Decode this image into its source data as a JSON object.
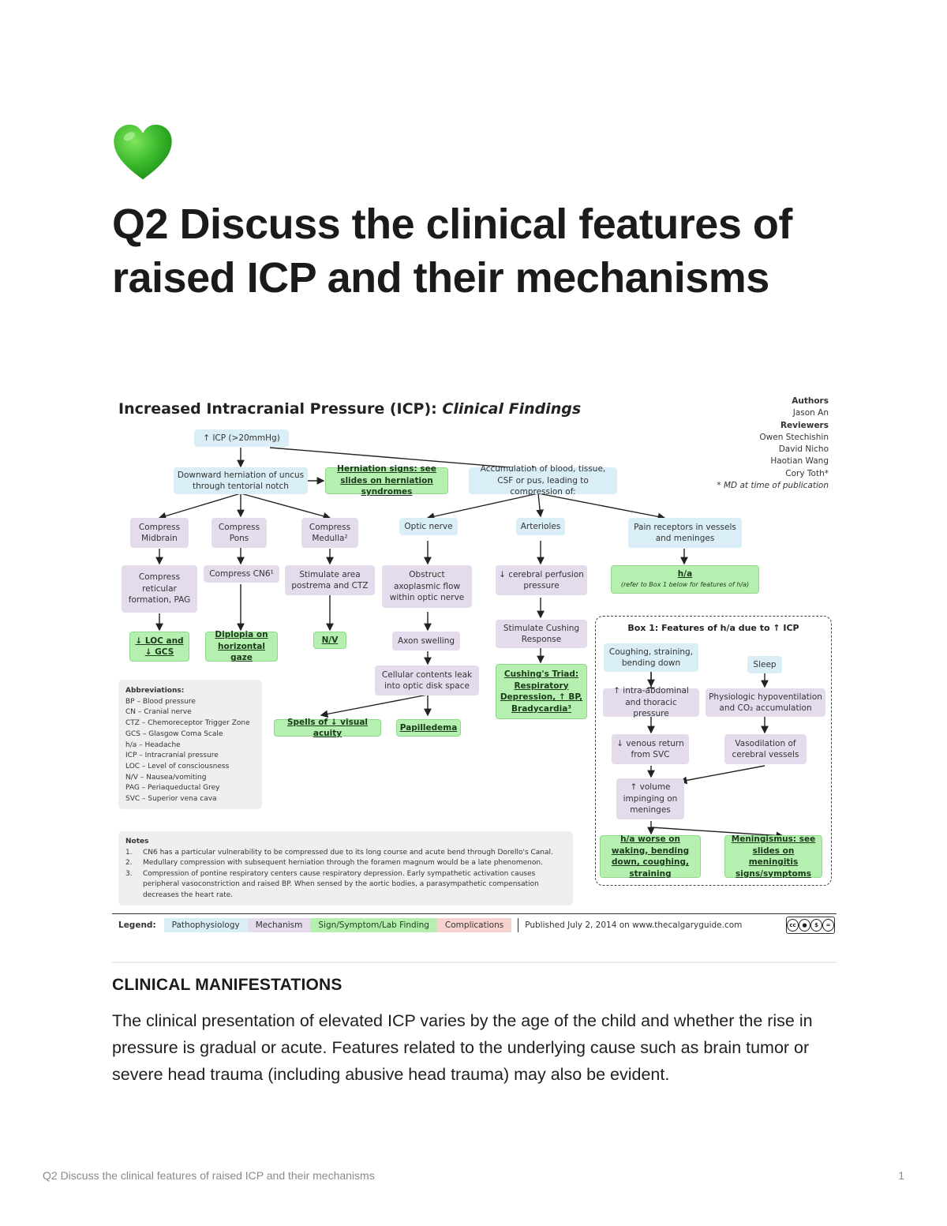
{
  "page": {
    "icon": "green-heart-icon",
    "title": "Q2 Discuss the clinical features of raised ICP and their mechanisms"
  },
  "figure": {
    "title_main": "Increased Intracranial Pressure (ICP): ",
    "title_italic": "Clinical Findings",
    "authors": {
      "authors_label": "Authors",
      "authors_name": "Jason An",
      "reviewers_label": "Reviewers",
      "reviewers": [
        "Owen Stechishin",
        "David Nicho",
        "Haotian Wang",
        "Cory Toth*"
      ],
      "footnote": "* MD at time of publication"
    },
    "nodes": {
      "icp": "↑ ICP (>20mmHg)",
      "downward_herniation": "Downward herniation of uncus through tentorial notch",
      "herniation_signs": "Herniation signs: see slides on herniation syndromes",
      "accumulation": "Accumulation of blood, tissue, CSF or pus, leading to compression of:",
      "compress_midbrain": "Compress Midbrain",
      "compress_pons": "Compress Pons",
      "compress_medulla": "Compress Medulla²",
      "optic_nerve": "Optic nerve",
      "arterioles": "Arterioles",
      "pain_receptors": "Pain receptors in vessels and meninges",
      "compress_reticular": "Compress reticular formation, PAG",
      "compress_cn6": "Compress CN6¹",
      "stimulate_area": "Stimulate area postrema and CTZ",
      "obstruct_axo": "Obstruct axoplasmic flow within optic nerve",
      "cerebral_perfusion": "↓ cerebral perfusion pressure",
      "ha_title": "h/a",
      "ha_sub": "(refer to Box 1 below for features of h/a)",
      "loc_gcs": "↓ LOC and ↓ GCS",
      "diplopia": "Diplopia on horizontal gaze",
      "nv": "N/V",
      "axon_swelling": "Axon swelling",
      "stimulate_cushing": "Stimulate Cushing Response",
      "cellular_leak": "Cellular contents leak into optic disk space",
      "cushing_title": "Cushing's Triad:",
      "cushing_body": "Respiratory Depression, ↑ BP, Bradycardia³",
      "visual_acuity": "Spells of ↓ visual acuity",
      "papilledema": "Papilledema"
    },
    "box1": {
      "title": "Box 1: Features of h/a due to ↑ ICP",
      "coughing": "Coughing, straining, bending down",
      "sleep": "Sleep",
      "intra_abdominal": "↑ intra-abdominal and thoracic pressure",
      "hypoventilation": "Physiologic hypoventilation and CO₂ accumulation",
      "venous_return": "↓ venous return from SVC",
      "vasodilation": "Vasodilation of cerebral vessels",
      "volume": "↑ volume impinging on meninges",
      "ha_worse": "h/a worse on waking, bending down, coughing, straining",
      "meningismus": "Meningismus: see slides on meningitis signs/symptoms"
    },
    "abbreviations": {
      "heading": "Abbreviations:",
      "items": [
        "BP – Blood pressure",
        "CN – Cranial nerve",
        "CTZ – Chemoreceptor Trigger Zone",
        "GCS – Glasgow Coma Scale",
        "h/a – Headache",
        "ICP – Intracranial pressure",
        "LOC – Level of consciousness",
        "N/V – Nausea/vomiting",
        "PAG – Periaqueductal Grey",
        "SVC – Superior vena cava"
      ]
    },
    "notes": {
      "heading": "Notes",
      "items": [
        "CN6 has a particular vulnerability to be compressed due to its long course and acute bend through Dorello's Canal.",
        "Medullary compression with subsequent herniation through the foramen magnum would be a late phenomenon.",
        "Compression of pontine respiratory centers cause respiratory depression. Early sympathetic activation causes peripheral vasoconstriction and raised BP. When sensed by the aortic bodies, a parasympathetic compensation decreases the heart rate."
      ]
    },
    "legend": {
      "label": "Legend:",
      "pathophysiology": "Pathophysiology",
      "mechanism": "Mechanism",
      "sign": "Sign/Symptom/Lab Finding",
      "complications": "Complications",
      "published": "Published July 2, 2014 on www.thecalgaryguide.com",
      "license": "cc"
    },
    "colors": {
      "pathophysiology": "#d9eef6",
      "mechanism": "#e4dcec",
      "sign": "#b6f0b0",
      "complications": "#f6d3cf"
    }
  },
  "section": {
    "heading": "CLINICAL MANIFESTATIONS",
    "paragraph": "The clinical presentation of elevated ICP varies by the age of the child and whether the rise in pressure is gradual or acute. Features related to the underlying cause such as brain tumor or severe head trauma (including abusive head trauma) may also be evident."
  },
  "footer": {
    "title": "Q2 Discuss the clinical features of raised ICP and their mechanisms",
    "page_number": "1"
  }
}
